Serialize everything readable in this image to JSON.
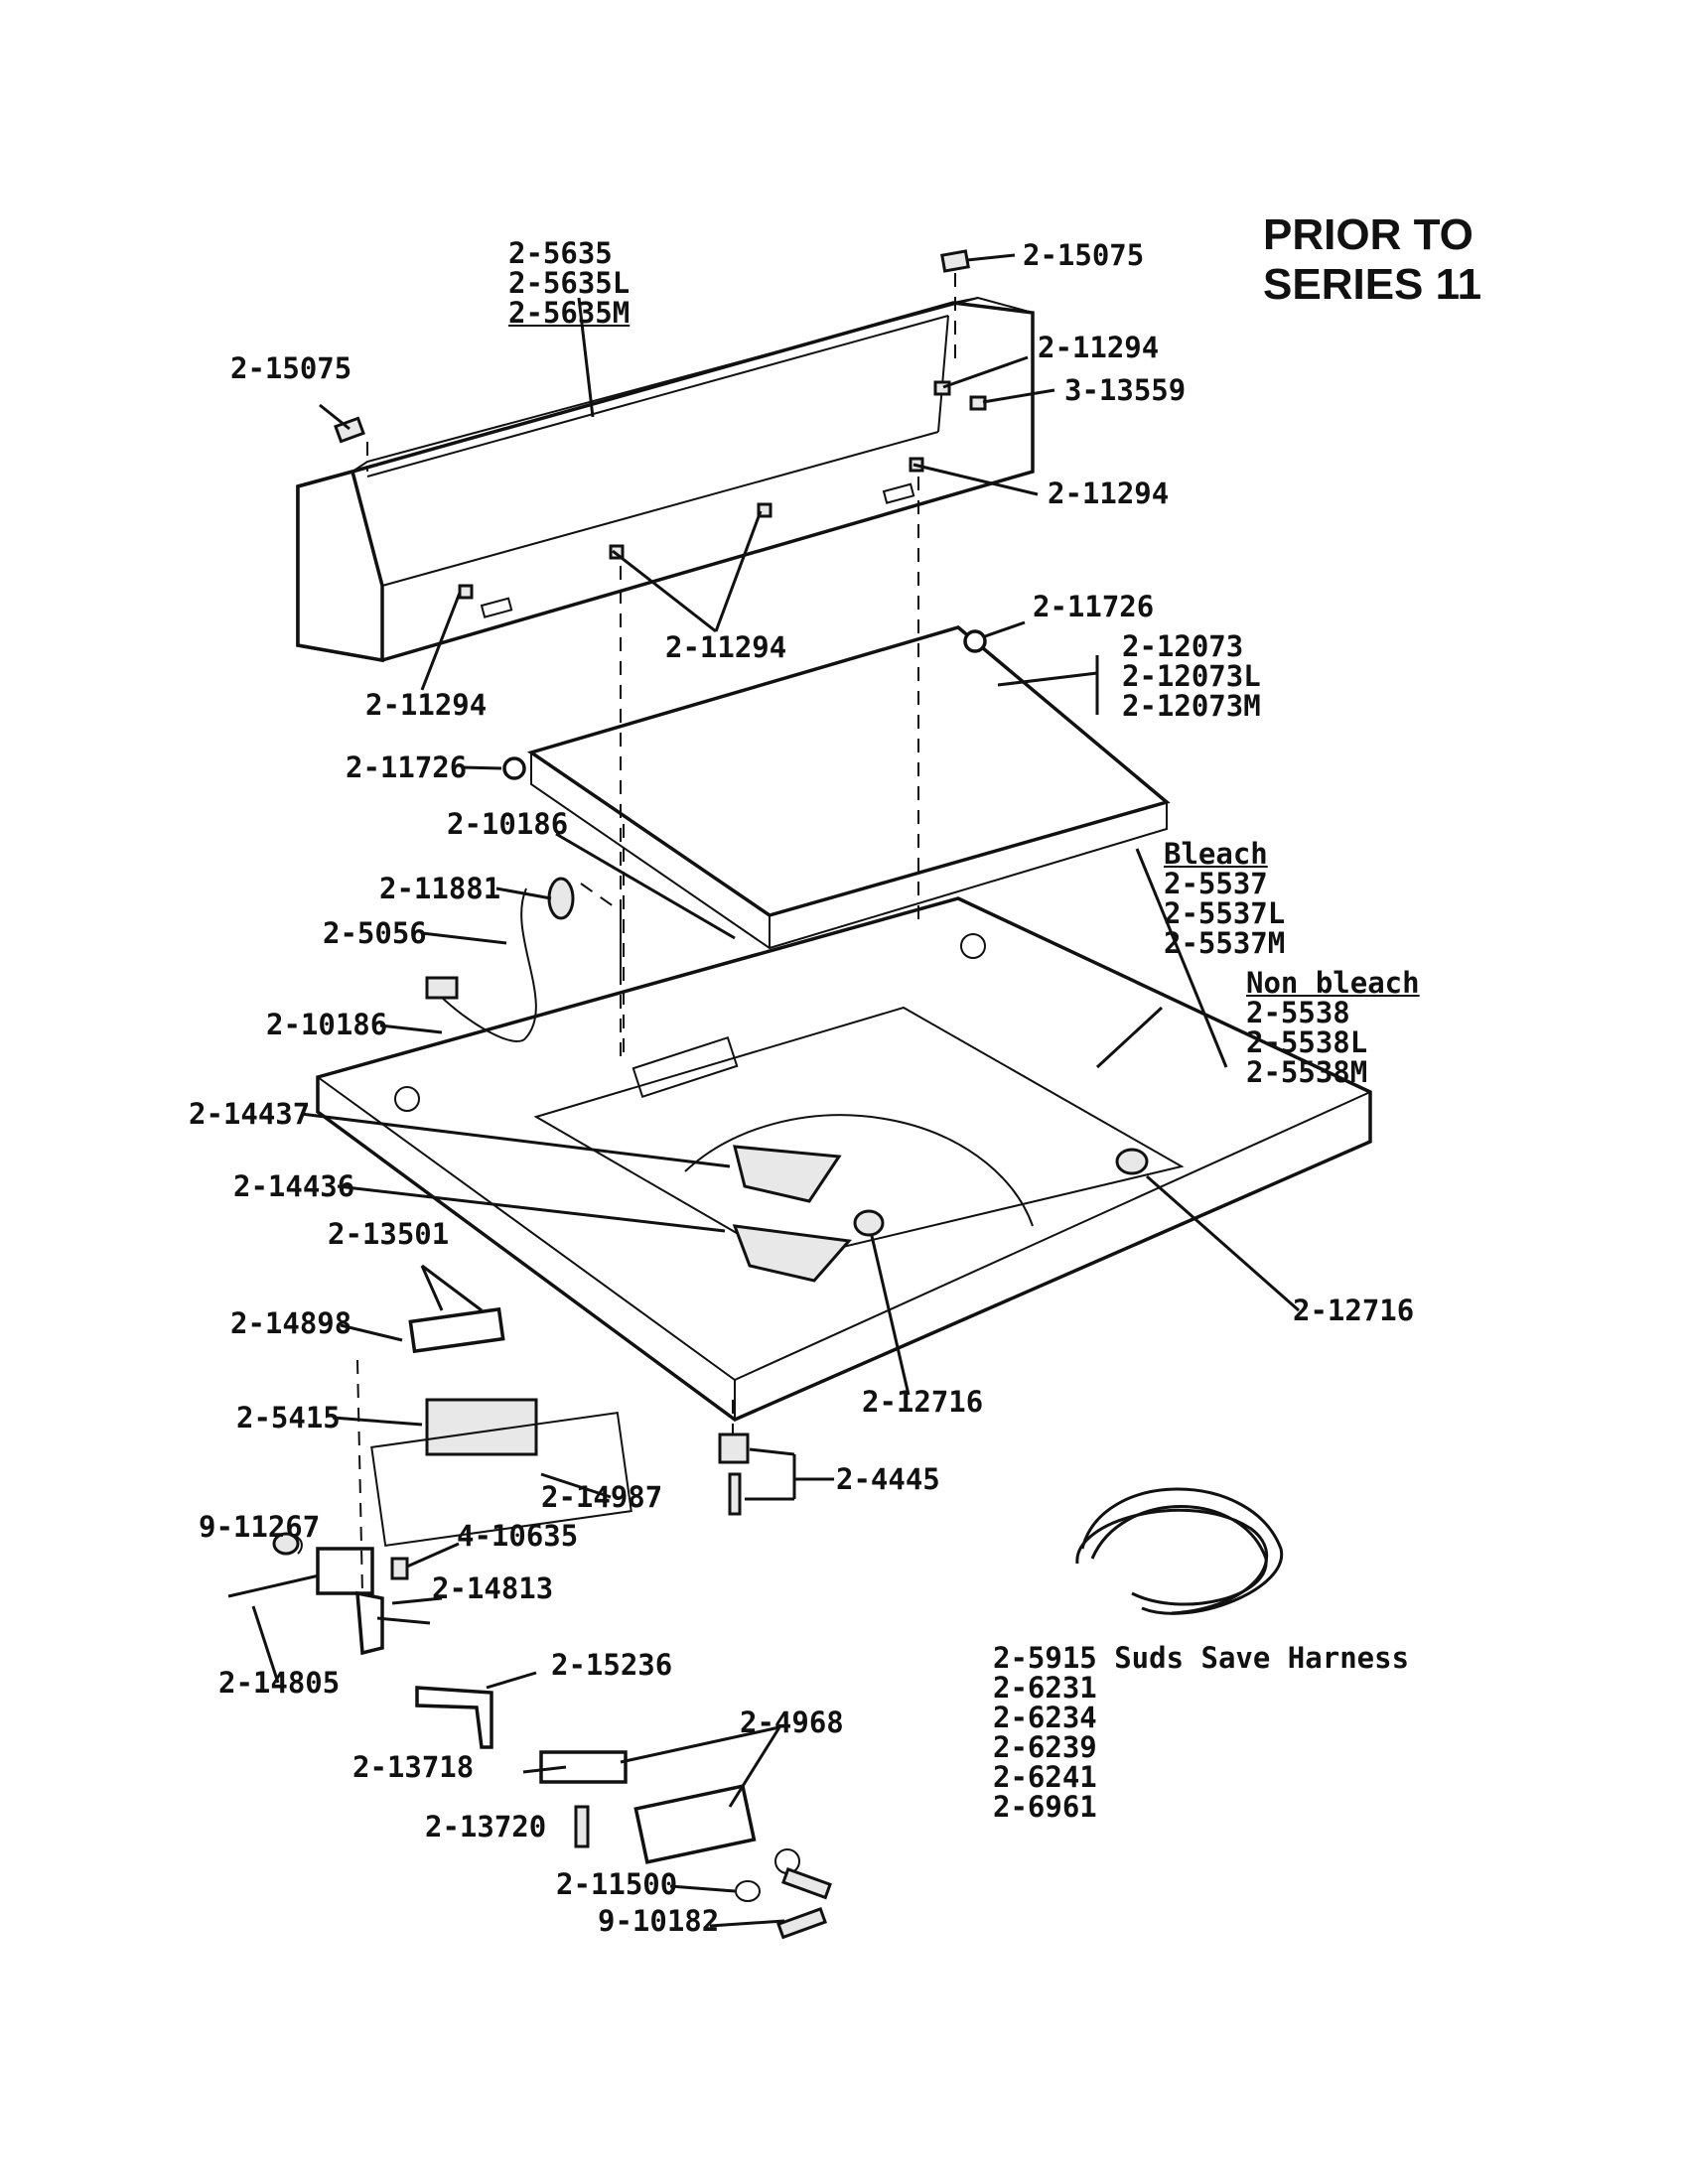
{
  "header": {
    "line1": "PRIOR TO",
    "line2": "SERIES 11"
  },
  "parts": {
    "console": [
      "2-5635",
      "2-5635L",
      "2-5635M"
    ],
    "clip_left": "2-15075",
    "clip_right": "2-15075",
    "screw_a": "2-11294",
    "screw_b": "3-13559",
    "screw_c": "2-11294",
    "screw_d": "2-11294",
    "screw_e": "2-11294",
    "bumper_right": "2-11726",
    "bumper_left": "2-11726",
    "lid": [
      "2-12073",
      "2-12073L",
      "2-12073M"
    ],
    "screw_f": "2-10186",
    "cord_clip": "2-11881",
    "power_cord": "2-5056",
    "screw_g": "2-10186",
    "bleach_header": "Bleach",
    "bleach": [
      "2-5537",
      "2-5537L",
      "2-5537M"
    ],
    "nonbleach_header": "Non bleach",
    "nonbleach": [
      "2-5538",
      "2-5538L",
      "2-5538M"
    ],
    "hinge_upper": "2-14437",
    "hinge_lower": "2-14436",
    "screws_switch": "2-13501",
    "bracket": "2-14898",
    "lid_switch": "2-5415",
    "insulator": "2-14987",
    "bumper_top_right": "2-12716",
    "bumper_top_center": "2-12716",
    "grommet_screw": "2-4445",
    "screw_h": "9-11267",
    "nut": "4-10635",
    "actuator": "2-14813",
    "rod": "2-14805",
    "lever": "2-15236",
    "latch": "2-4968",
    "spring_bracket": "2-13718",
    "spring": "2-13720",
    "washer": "2-11500",
    "screw_i": "9-10182",
    "harness": [
      "2-5915 Suds Save Harness",
      "2-6231",
      "2-6234",
      "2-6239",
      "2-6241",
      "2-6961"
    ]
  }
}
